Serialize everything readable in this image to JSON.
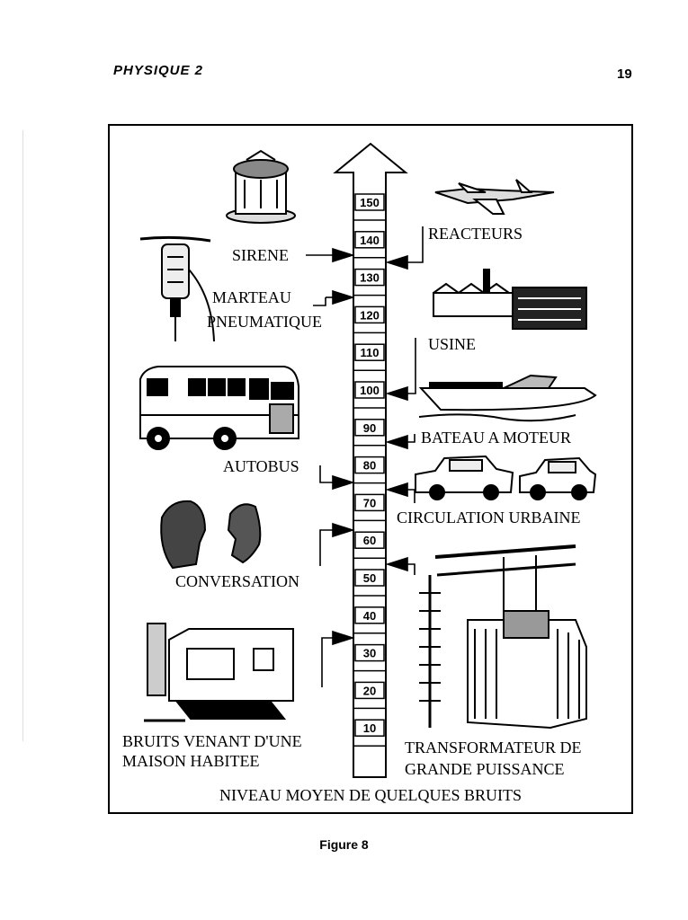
{
  "header": {
    "subject": "PHYSIQUE 2",
    "page_number": "19"
  },
  "figure": {
    "title": "NIVEAU MOYEN DE QUELQUES BRUITS",
    "caption": "Figure 8",
    "scale_ticks": [
      "150",
      "140",
      "130",
      "120",
      "110",
      "100",
      "90",
      "80",
      "70",
      "60",
      "50",
      "40",
      "30",
      "20",
      "10"
    ],
    "labels": {
      "sirene": "SIRENE",
      "marteau_1": "MARTEAU",
      "marteau_2": "PNEUMATIQUE",
      "autobus": "AUTOBUS",
      "conversation": "CONVERSATION",
      "maison_1": "BRUITS VENANT D'UNE",
      "maison_2": "MAISON HABITEE",
      "reacteurs": "REACTEURS",
      "usine": "USINE",
      "bateau": "BATEAU A MOTEUR",
      "circulation": "CIRCULATION URBAINE",
      "transfo_1": "TRANSFORMATEUR DE",
      "transfo_2": "GRANDE PUISSANCE"
    }
  }
}
